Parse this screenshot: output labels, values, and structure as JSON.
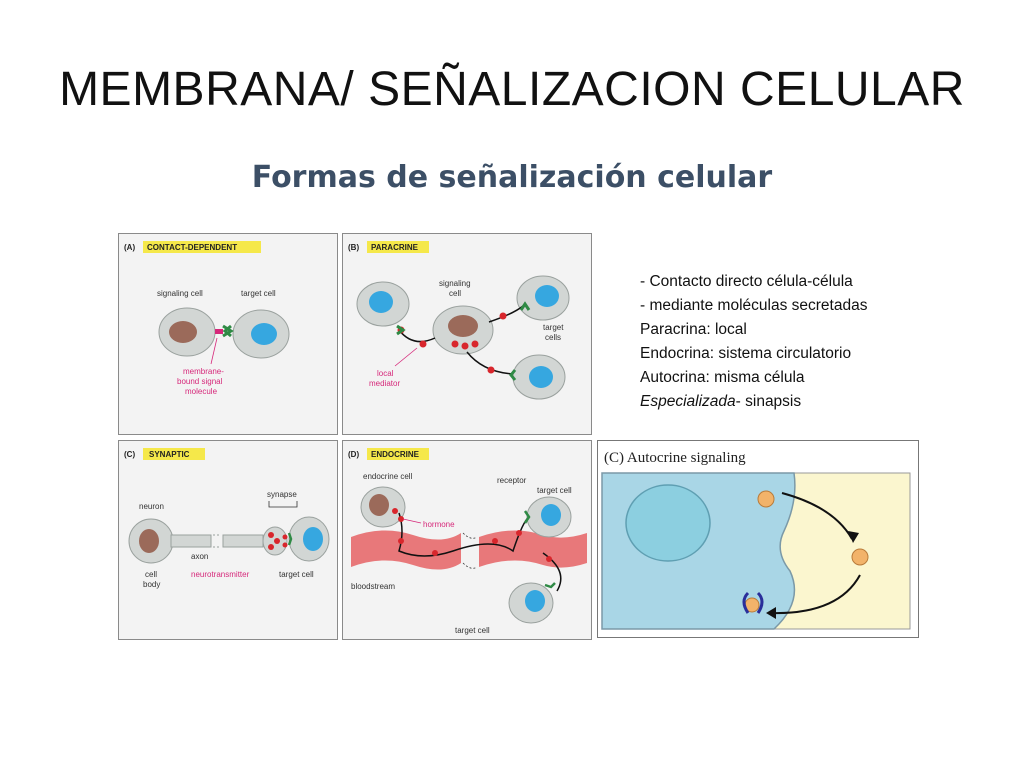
{
  "slide": {
    "title": "MEMBRANA/ SEÑALIZACION CELULAR",
    "figure_title": "Formas de señalización celular"
  },
  "panels": {
    "contact": {
      "letter": "(A)",
      "tag": "CONTACT-DEPENDENT",
      "signaling_cell": "signaling cell",
      "target_cell": "target cell",
      "membrane_line1": "membrane-",
      "membrane_line2": "bound signal",
      "membrane_line3": "molecule"
    },
    "paracrine": {
      "letter": "(B)",
      "tag": "PARACRINE",
      "signaling_line1": "signaling",
      "signaling_line2": "cell",
      "target_line1": "target",
      "target_line2": "cells",
      "mediator_line1": "local",
      "mediator_line2": "mediator"
    },
    "synaptic": {
      "letter": "(C)",
      "tag": "SYNAPTIC",
      "neuron": "neuron",
      "synapse": "synapse",
      "axon": "axon",
      "cell_body_line1": "cell",
      "cell_body_line2": "body",
      "neurotransmitter": "neurotransmitter",
      "target_cell": "target cell"
    },
    "endocrine": {
      "letter": "(D)",
      "tag": "ENDOCRINE",
      "endocrine_cell": "endocrine cell",
      "receptor": "receptor",
      "target_cell_top": "target cell",
      "hormone": "hormone",
      "bloodstream": "bloodstream",
      "target_cell_bottom": "target cell"
    },
    "autocrine": {
      "title": "(C)  Autocrine signaling"
    }
  },
  "notes": [
    {
      "text": "- Contacto directo célula-célula"
    },
    {
      "text": "-  mediante moléculas secretadas"
    },
    {
      "text": "Paracrina: local"
    },
    {
      "text": "Endocrina: sistema circulatorio"
    },
    {
      "text": "Autocrina: misma célula"
    },
    {
      "em": "Especializada",
      "text": "- sinapsis"
    }
  ],
  "colors": {
    "figure_title": "#3c4f66",
    "cell_fill": "#d2d6d4",
    "nucleus_brown": "#9b6a5a",
    "nucleus_blue": "#36a7e0",
    "receptor_green": "#2f8a45",
    "molecule_red": "#d8262c",
    "tag_yellow": "#f5e84a",
    "bloodstream": "#e8787a",
    "autocrine_bg": "#fbf6cf",
    "autocrine_cell": "#a9d6e6"
  }
}
